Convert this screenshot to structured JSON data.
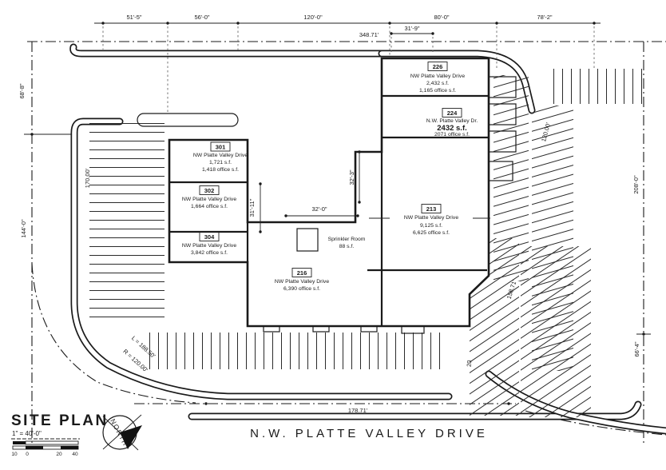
{
  "drawing": {
    "title": "SITE PLAN",
    "scale": "1\" = 40'-0\"",
    "scale_bar_numbers": [
      "10",
      "0",
      "20",
      "40"
    ],
    "north_label": "NORTH",
    "street_name": "N.W. PLATTE VALLEY DRIVE"
  },
  "dimensions": {
    "top_51_5": "51'-5\"",
    "top_56_0": "56'-0\"",
    "top_120_0": "120'-0\"",
    "top_80_0": "80'-0\"",
    "top_78_2": "78'-2\"",
    "top_overall": "348.71'",
    "top_31_9": "31'-9\"",
    "left_68_8": "68'-8\"",
    "left_170": "170.00'",
    "left_144_0": "144'-0\"",
    "right_120": "120.00'",
    "right_208_0": "208'-0\"",
    "right_158_71": "158.71'",
    "right_66_4": "66'-4\"",
    "bottom_178_71": "178.71'",
    "curve_length": "L = 188.50'",
    "curve_radius": "R = 120.00'",
    "int_32_0": "32'-0\"",
    "int_32_3": "32'-3\"",
    "int_31_11": "31'-11\"",
    "misc_20": "20"
  },
  "units": [
    {
      "num": "226",
      "street": "NW Platte Valley Drive",
      "area": "2,432 s.f.",
      "office": "1,165 office s.f."
    },
    {
      "num": "224",
      "street": "N.W. Platte Valley Dr.",
      "area": "2432 s.f.",
      "office": "2071 office s.f."
    },
    {
      "num": "213",
      "street": "NW Platte Valley Drive",
      "area": "9,125 s.f.",
      "office": "6,625 office s.f."
    },
    {
      "num": "301",
      "street": "NW Platte Valley Drive",
      "area": "1,721 s.f.",
      "office": "1,418 office s.f."
    },
    {
      "num": "302",
      "street": "NW Platte Valley Drive",
      "area": "1,664 office s.f."
    },
    {
      "num": "304",
      "street": "NW Platte Valley Drive",
      "area": "3,842 office s.f."
    },
    {
      "num": "216",
      "street": "NW Platte Valley Drive",
      "area": "6,390 office s.f."
    }
  ],
  "sprinkler": {
    "name": "Sprinkler Room",
    "area": "88 s.f."
  }
}
